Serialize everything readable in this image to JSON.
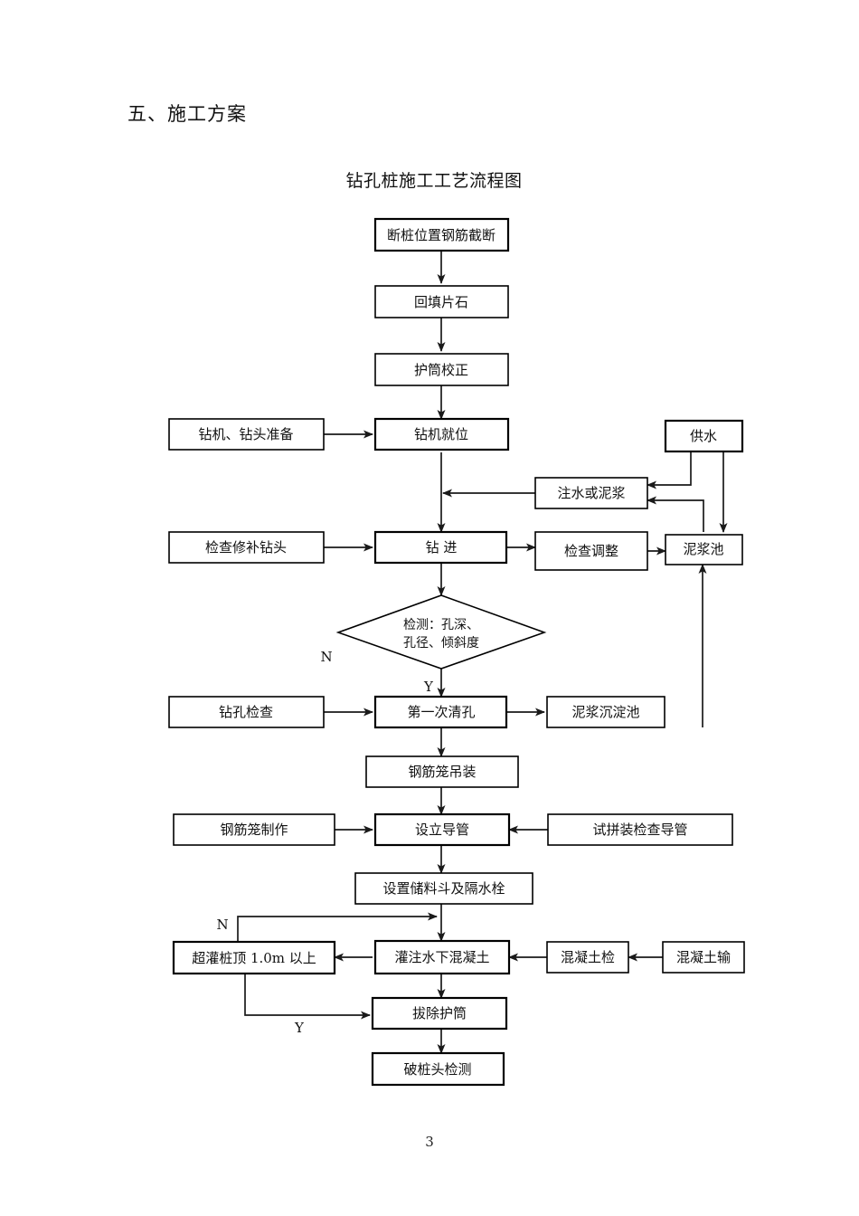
{
  "document": {
    "section_heading": "五、施工方案",
    "chart_title": "钻孔桩施工工艺流程图",
    "page_number": "3"
  },
  "chart_data": {
    "type": "diagram",
    "title": "钻孔桩施工工艺流程图",
    "nodes": [
      {
        "id": "n1",
        "label": "断桩位置钢筋截断",
        "shape": "rect"
      },
      {
        "id": "n2",
        "label": "回填片石",
        "shape": "rect"
      },
      {
        "id": "n3",
        "label": "护筒校正",
        "shape": "rect"
      },
      {
        "id": "n4",
        "label": "钻机、钻头准备",
        "shape": "rect"
      },
      {
        "id": "n5",
        "label": "钻机就位",
        "shape": "rect"
      },
      {
        "id": "n6",
        "label": "供水",
        "shape": "rect"
      },
      {
        "id": "n7",
        "label": "注水或泥浆",
        "shape": "rect"
      },
      {
        "id": "n8",
        "label": "检查修补钻头",
        "shape": "rect"
      },
      {
        "id": "n9",
        "label": "钻   进",
        "shape": "rect"
      },
      {
        "id": "n10",
        "label": "检查调整",
        "shape": "rect"
      },
      {
        "id": "n11",
        "label": "泥浆池",
        "shape": "rect"
      },
      {
        "id": "n12",
        "label_line1": "检测：孔深、",
        "label_line2": "孔径、倾斜度",
        "shape": "diamond"
      },
      {
        "id": "n13",
        "label": "钻孔检查",
        "shape": "rect"
      },
      {
        "id": "n14",
        "label": "第一次清孔",
        "shape": "rect"
      },
      {
        "id": "n15",
        "label": "泥浆沉淀池",
        "shape": "rect"
      },
      {
        "id": "n16",
        "label": "钢筋笼吊装",
        "shape": "rect"
      },
      {
        "id": "n17",
        "label": "钢筋笼制作",
        "shape": "rect"
      },
      {
        "id": "n18",
        "label": "设立导管",
        "shape": "rect"
      },
      {
        "id": "n19",
        "label": "试拼装检查导管",
        "shape": "rect"
      },
      {
        "id": "n20",
        "label": "设置储料斗及隔水栓",
        "shape": "rect"
      },
      {
        "id": "n21",
        "label": "超灌桩顶 1.0m 以上",
        "shape": "rect"
      },
      {
        "id": "n22",
        "label": "灌注水下混凝土",
        "shape": "rect"
      },
      {
        "id": "n23",
        "label": "混凝土检",
        "shape": "rect"
      },
      {
        "id": "n24",
        "label": "混凝土输",
        "shape": "rect"
      },
      {
        "id": "n25",
        "label": "拔除护筒",
        "shape": "rect"
      },
      {
        "id": "n26",
        "label": "破桩头检测",
        "shape": "rect"
      }
    ],
    "branch_labels": {
      "decision_no": "N",
      "decision_yes": "Y",
      "concrete_no": "N",
      "concrete_yes": "Y"
    },
    "edges": [
      {
        "from": "n1",
        "to": "n2"
      },
      {
        "from": "n2",
        "to": "n3"
      },
      {
        "from": "n3",
        "to": "n5"
      },
      {
        "from": "n4",
        "to": "n5"
      },
      {
        "from": "n5",
        "to": "n9"
      },
      {
        "from": "n7",
        "to": "n5"
      },
      {
        "from": "n6",
        "to": "n7"
      },
      {
        "from": "n6",
        "to": "n11"
      },
      {
        "from": "n11",
        "to": "n7"
      },
      {
        "from": "n8",
        "to": "n9"
      },
      {
        "from": "n9",
        "to": "n10"
      },
      {
        "from": "n10",
        "to": "n11"
      },
      {
        "from": "n9",
        "to": "n12"
      },
      {
        "from": "n12",
        "to": "n14",
        "label": "Y"
      },
      {
        "from": "n13",
        "to": "n14"
      },
      {
        "from": "n14",
        "to": "n15"
      },
      {
        "from": "n15",
        "to": "n11"
      },
      {
        "from": "n14",
        "to": "n16"
      },
      {
        "from": "n16",
        "to": "n18"
      },
      {
        "from": "n17",
        "to": "n18"
      },
      {
        "from": "n19",
        "to": "n18"
      },
      {
        "from": "n18",
        "to": "n20"
      },
      {
        "from": "n20",
        "to": "n22"
      },
      {
        "from": "n22",
        "to": "n21"
      },
      {
        "from": "n23",
        "to": "n22"
      },
      {
        "from": "n24",
        "to": "n23"
      },
      {
        "from": "n21",
        "to": "n22",
        "label": "N"
      },
      {
        "from": "n21",
        "to": "n25",
        "label": "Y"
      },
      {
        "from": "n22",
        "to": "n25"
      },
      {
        "from": "n25",
        "to": "n26"
      }
    ]
  }
}
